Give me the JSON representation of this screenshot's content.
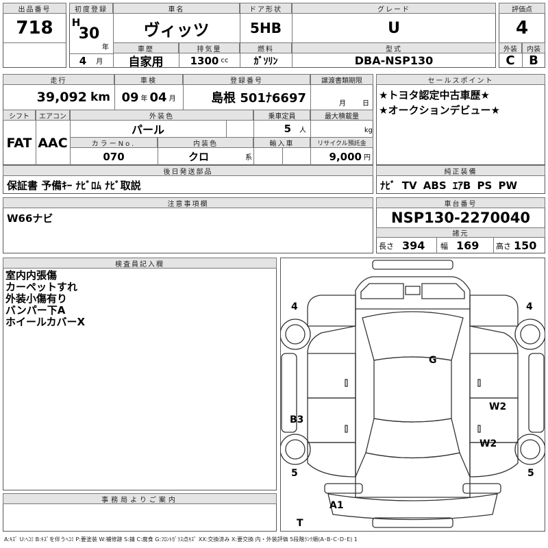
{
  "lot": {
    "label": "出品番号",
    "value": "718"
  },
  "first_reg": {
    "label": "初度登録",
    "era": "H",
    "year": "30",
    "year_unit": "年",
    "month": "4",
    "month_unit": "月"
  },
  "car_name": {
    "label": "車名",
    "value": "ヴィッツ"
  },
  "door": {
    "label": "ドア形状",
    "value": "5HB"
  },
  "grade": {
    "label": "グレード",
    "value": "U"
  },
  "score": {
    "label": "評価点",
    "value": "4",
    "ext_label": "外装",
    "int_label": "内装",
    "ext": "C",
    "int": "B"
  },
  "history": {
    "label": "車歴",
    "value": "自家用"
  },
  "displacement": {
    "label": "排気量",
    "value": "1300",
    "unit": "cc"
  },
  "fuel": {
    "label": "燃料",
    "value": "ｶﾞｿﾘﾝ"
  },
  "model": {
    "label": "型式",
    "value": "DBA-NSP130"
  },
  "mileage": {
    "label": "走行",
    "value": "39,092",
    "unit": "km"
  },
  "inspection": {
    "label": "車検",
    "year": "09",
    "year_unit": "年",
    "month": "04",
    "month_unit": "月"
  },
  "registration": {
    "label": "登録番号",
    "value": "島根 501ﾅ6697"
  },
  "transfer": {
    "label": "譲渡書類期限",
    "month_unit": "月",
    "day_unit": "日"
  },
  "shift": {
    "label": "シフト",
    "value": "FAT"
  },
  "ac": {
    "label": "エアコン",
    "value": "AAC"
  },
  "ext_color": {
    "label": "外装色",
    "value": "パール"
  },
  "capacity": {
    "label": "乗車定員",
    "value": "5",
    "unit": "人"
  },
  "max_load": {
    "label": "最大積載量",
    "unit": "kg"
  },
  "color_no": {
    "label": "カラーNo.",
    "value": "070"
  },
  "int_color": {
    "label": "内装色",
    "value": "クロ",
    "unit": "系"
  },
  "import": {
    "label": "輸入車"
  },
  "recycle": {
    "label": "リサイクル預託金",
    "value": "9,000",
    "unit": "円"
  },
  "later_items": {
    "label": "後日発送部品",
    "value": "保証書 予備ｷｰ ﾅﾋﾞﾛﾑ ﾅﾋﾞ取説"
  },
  "sales_points": {
    "label": "セールスポイント",
    "items": [
      "★トヨタ認定中古車歴★",
      "★オークションデビュー★"
    ]
  },
  "equipment": {
    "label": "純正装備",
    "value": "ﾅﾋﾞ TV ABS ｴｱB PS PW"
  },
  "notes": {
    "label": "注意事項欄",
    "value": "W66ナビ"
  },
  "chassis": {
    "label": "車台番号",
    "value": "NSP130-2270040"
  },
  "specs": {
    "label": "諸元",
    "length_label": "長さ",
    "length": "394",
    "width_label": "幅",
    "width": "169",
    "height_label": "高さ",
    "height": "150"
  },
  "inspector": {
    "label": "検査員記入欄",
    "lines": [
      "室内内張傷",
      "カーペットすれ",
      "外装小傷有り",
      "バンパー下A",
      "ホイールカバーX"
    ]
  },
  "office": {
    "label": "事務局よりご案内"
  },
  "diagram_marks": {
    "tl": "4",
    "tr": "4",
    "g": "G",
    "w2a": "W2",
    "w2b": "W2",
    "b3": "B3",
    "bl": "5",
    "br": "5",
    "a1": "A1",
    "t": "T"
  },
  "legend": "A:ｷｽﾞ U:ﾍｺﾐ B:ｷｽﾞを伴うﾍｺﾐ P:要塗装 W:補修跡 S:錆 C:腐食 G:ﾌﾛﾝﾄｶﾞﾗｽ点ｷｽﾞ XX:交換済み X:要交換  内・外装評価 5段階ﾗﾝｸ順(A･B･C･D･E) 1"
}
